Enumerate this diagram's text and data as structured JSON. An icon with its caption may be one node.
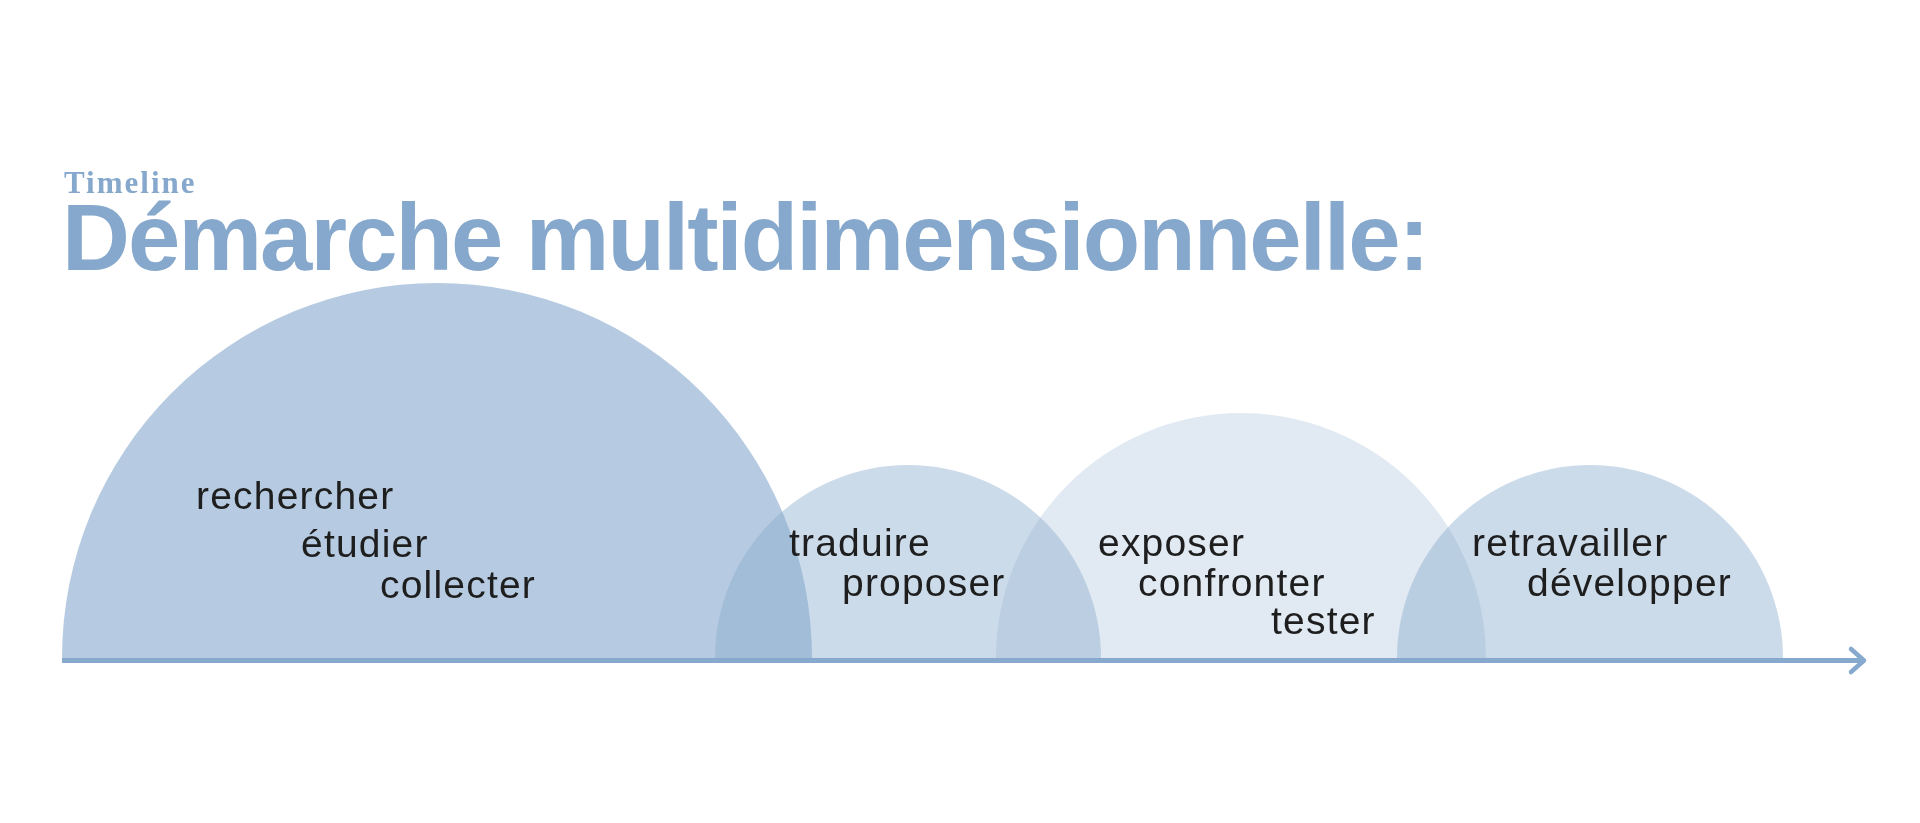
{
  "diagram": {
    "title": "Démarche multidimensionnelle:",
    "nodes": [
      {
        "text": [
          "rechercher",
          "étudier",
          "collecter"
        ]
      },
      {
        "text": [
          "traduire",
          "proposer"
        ]
      },
      {
        "text": [
          "exposer",
          "confronter",
          "tester"
        ]
      },
      {
        "text": [
          "retravailler",
          "développer"
        ]
      }
    ],
    "labels": [
      "Timeline"
    ]
  }
}
